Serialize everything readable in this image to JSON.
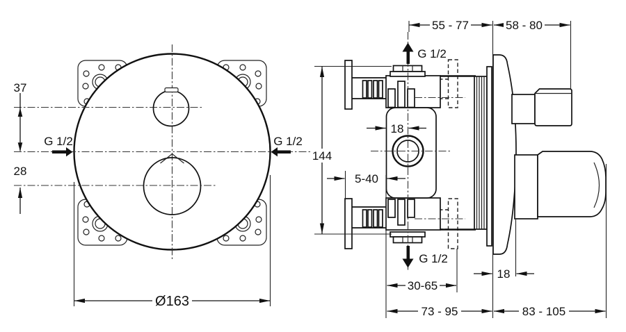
{
  "drawing": {
    "background": "#ffffff",
    "line_color": "#111111",
    "front_view": {
      "dim_knob_offset_top": "37",
      "dim_knob_offset_bottom": "28",
      "inlet_left": "G 1/2",
      "inlet_right": "G 1/2",
      "faceplate_diameter": "Ø163"
    },
    "side_view": {
      "dim_rough_depth": "55 - 77",
      "dim_projection_top": "58 - 80",
      "outlet_top": "G 1/2",
      "outlet_bottom": "G 1/2",
      "dim_center_offset": "18",
      "dim_port_spacing": "144",
      "dim_wall_clearance": "5-40",
      "dim_tile_depth": "30-65",
      "dim_trim_depth": "18",
      "dim_total_depth": "73 - 95",
      "dim_projection_bottom": "83 - 105"
    }
  }
}
